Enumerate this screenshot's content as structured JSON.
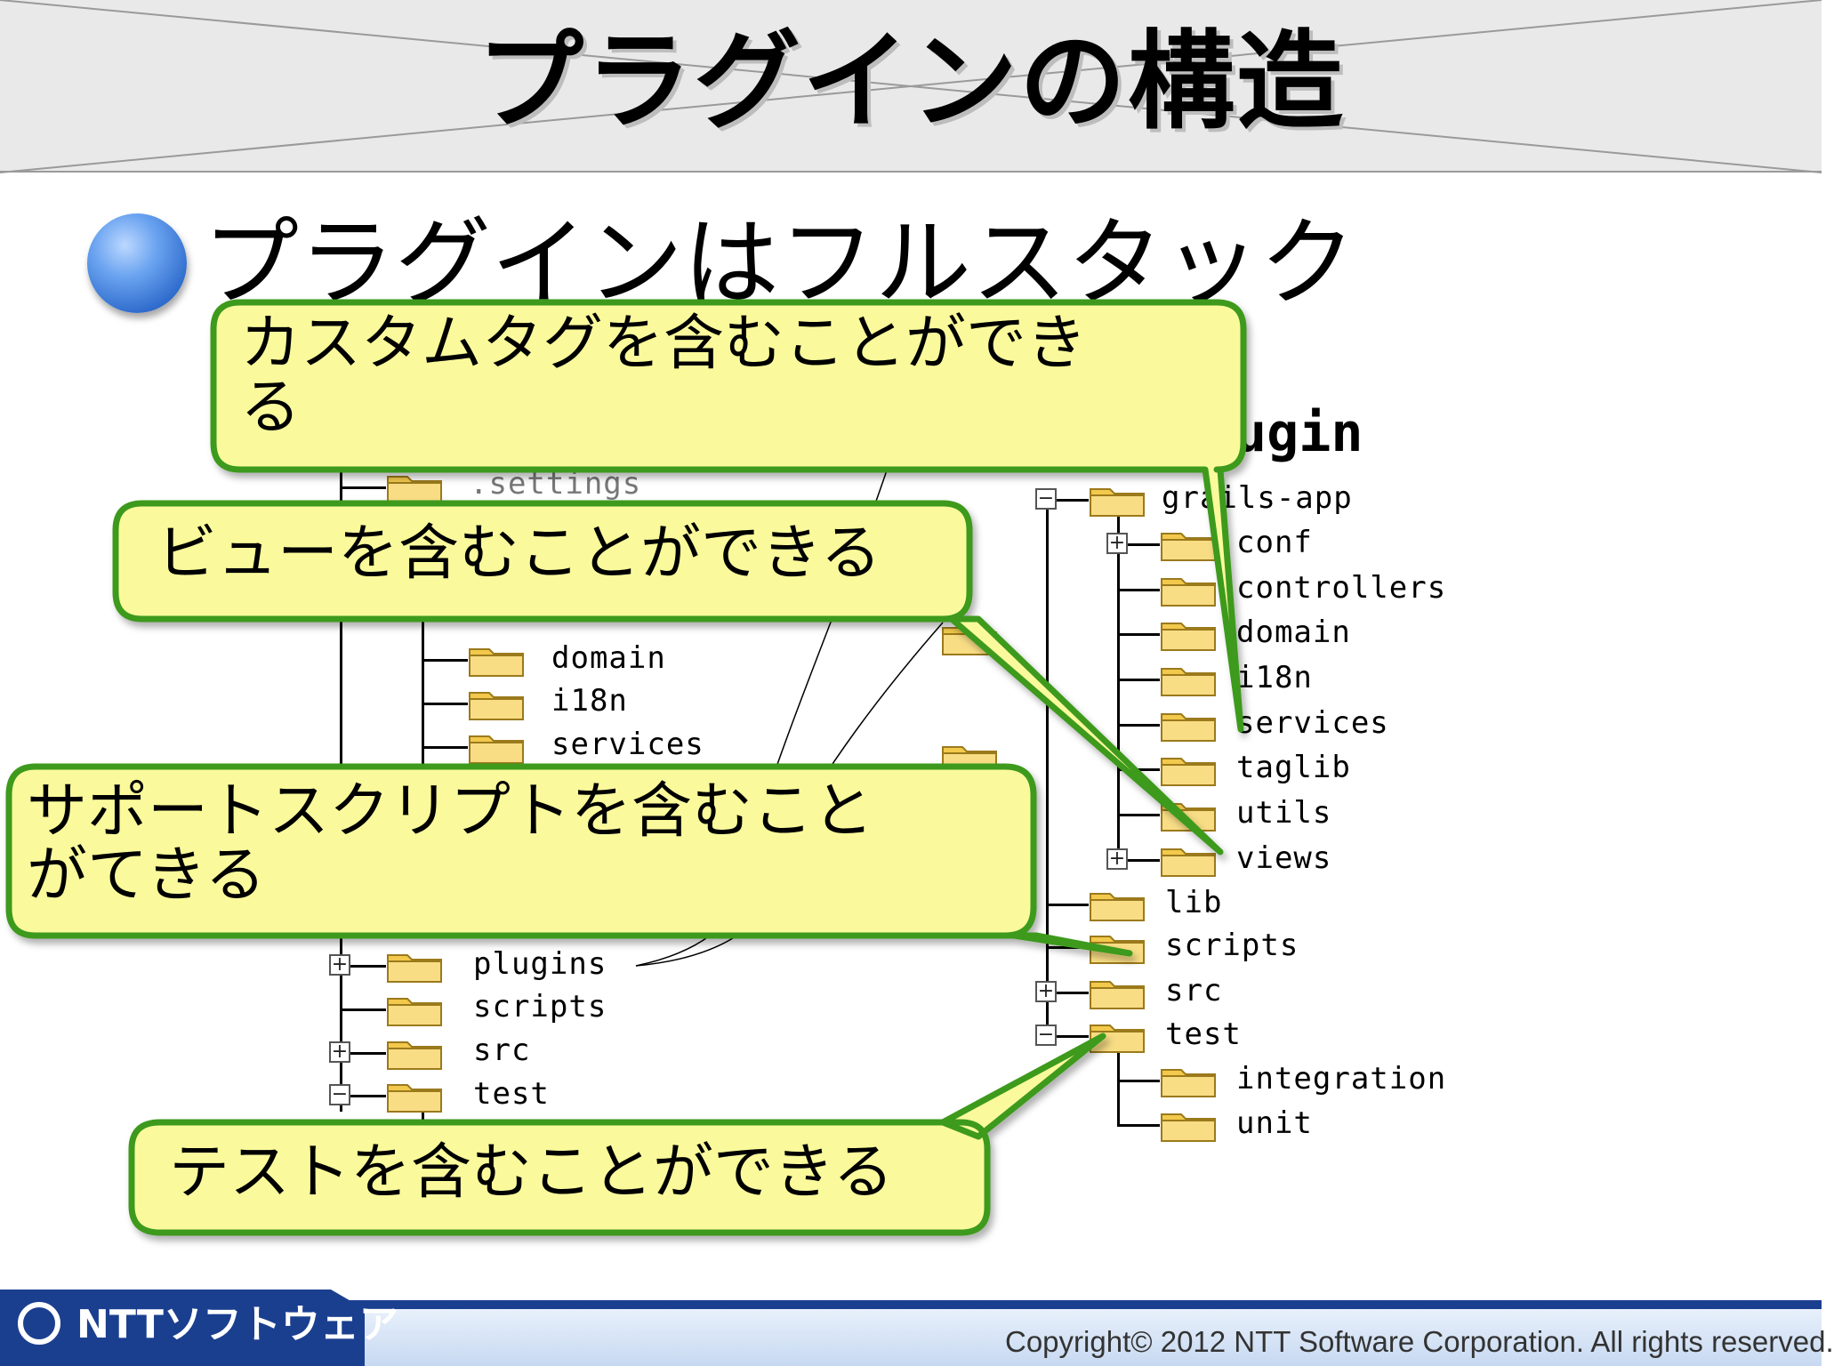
{
  "slide": {
    "title": "プラグインの構造",
    "bullet": "プラグインはフルスタック"
  },
  "tree_left": {
    "items": [
      {
        "label": ".settings",
        "expander": ""
      },
      {
        "label": "domain",
        "expander": ""
      },
      {
        "label": "i18n",
        "expander": ""
      },
      {
        "label": "services",
        "expander": ""
      },
      {
        "label": "plugins",
        "expander": "+"
      },
      {
        "label": "scripts",
        "expander": ""
      },
      {
        "label": "src",
        "expander": "+"
      },
      {
        "label": "test",
        "expander": "−"
      }
    ]
  },
  "tree_right": {
    "heading_fragment": "ugin",
    "items": [
      {
        "label": "grails-app",
        "expander": "−"
      },
      {
        "label": "conf",
        "expander": "+"
      },
      {
        "label": "controllers",
        "expander": ""
      },
      {
        "label": "domain",
        "expander": ""
      },
      {
        "label": "i18n",
        "expander": ""
      },
      {
        "label": "services",
        "expander": ""
      },
      {
        "label": "taglib",
        "expander": ""
      },
      {
        "label": "utils",
        "expander": ""
      },
      {
        "label": "views",
        "expander": "+"
      },
      {
        "label": "lib",
        "expander": ""
      },
      {
        "label": "scripts",
        "expander": ""
      },
      {
        "label": "src",
        "expander": "+"
      },
      {
        "label": "test",
        "expander": "−"
      },
      {
        "label": "integration",
        "expander": ""
      },
      {
        "label": "unit",
        "expander": ""
      }
    ]
  },
  "callouts": {
    "taglib": {
      "line1": " カスタムタグを含むことができ",
      "line2": "る"
    },
    "views": {
      "line1": "ビューを含むことができる"
    },
    "scripts": {
      "line1": " サポートスクリプトを含むこと",
      "line2": "がてきる"
    },
    "test": {
      "line1": "テストを含むことができる"
    }
  },
  "footer": {
    "logo": "NTTソフトウェア",
    "copyright": "Copyright© 2012 NTT Software Corporation. All rights reserved."
  },
  "colors": {
    "callout_fill": "#fafa9c",
    "callout_border": "#3d9a1c",
    "folder": "#f2c94c",
    "footer_blue": "#1b3f8f"
  }
}
